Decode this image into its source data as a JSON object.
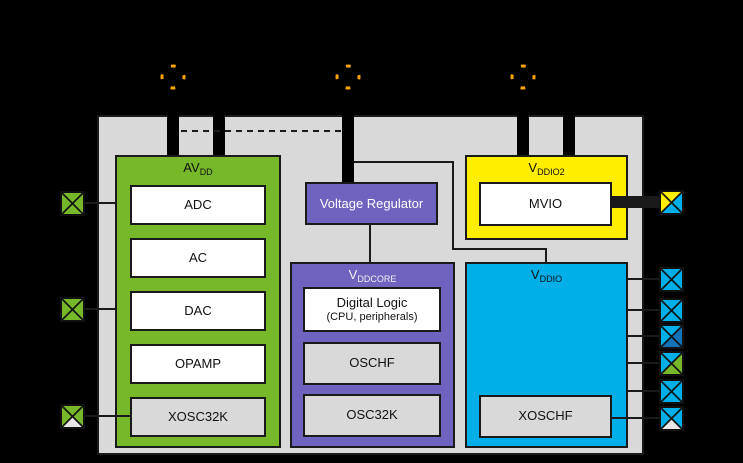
{
  "colors": {
    "background": "#000000",
    "chip_gray": "#d9d9d9",
    "analog_green": "#77b82b",
    "core_purple": "#6e63be",
    "mvio_yellow": "#ffee00",
    "io_cyan": "#00afe8",
    "alt_dark_blue": "#1472b8",
    "crystal_gray": "#e8e8e8",
    "node_orange": "#f5a300",
    "line_black": "#1a1a1a"
  },
  "chip": {
    "domains": {
      "avdd": {
        "label_main": "AV",
        "label_sub": "DD",
        "blocks": [
          "ADC",
          "AC",
          "DAC",
          "OPAMP",
          "XOSC32K"
        ]
      },
      "voltage_regulator": {
        "label": "Voltage Regulator"
      },
      "vddcore": {
        "label_main": "V",
        "label_sub": "DDCORE",
        "digital_logic_title": "Digital Logic",
        "digital_logic_subtitle": "(CPU, peripherals)",
        "blocks": [
          "OSCHF",
          "OSC32K"
        ]
      },
      "vddio2": {
        "label_main": "V",
        "label_sub": "DDIO2",
        "blocks": [
          "MVIO"
        ]
      },
      "vddio": {
        "label_main": "V",
        "label_sub": "DDIO",
        "blocks": [
          "XOSCHF"
        ]
      }
    }
  },
  "pin_types": {
    "analog": {
      "top": "#77b82b",
      "left": "#77b82b",
      "right": "#77b82b",
      "bottom": "#77b82b"
    },
    "analog_crystal": {
      "top": "#77b82b",
      "left": "#77b82b",
      "right": "#77b82b",
      "bottom": "#e8e8e8"
    },
    "io": {
      "top": "#00afe8",
      "left": "#00afe8",
      "right": "#00afe8",
      "bottom": "#00afe8"
    },
    "io_alt_blue": {
      "top": "#00afe8",
      "left": "#00afe8",
      "right": "#1472b8",
      "bottom": "#1472b8"
    },
    "io_alt_green": {
      "top": "#00afe8",
      "left": "#00afe8",
      "right": "#77b82b",
      "bottom": "#77b82b"
    },
    "io_crystal": {
      "top": "#00afe8",
      "left": "#00afe8",
      "right": "#00afe8",
      "bottom": "#e8e8e8"
    },
    "mvio": {
      "top": "#ffee00",
      "left": "#ffee00",
      "right": "#00afe8",
      "bottom": "#00afe8"
    }
  }
}
